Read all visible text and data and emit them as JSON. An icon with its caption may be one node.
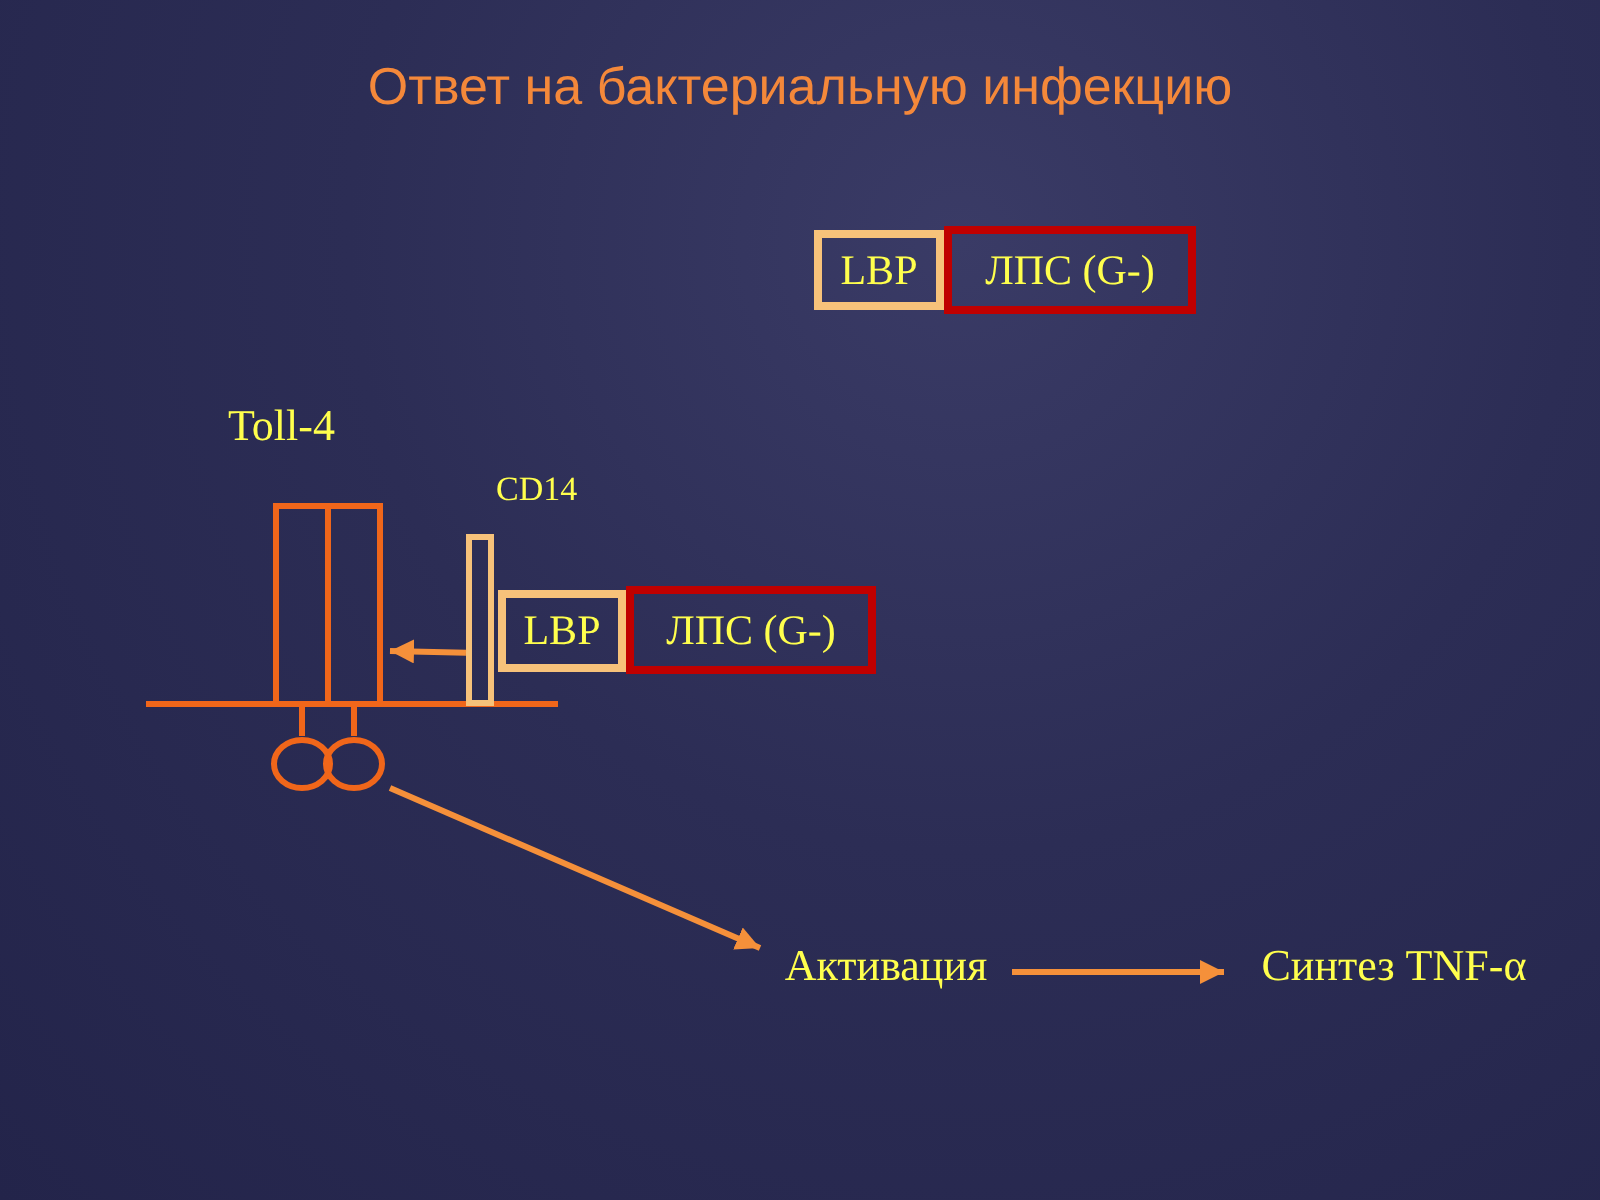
{
  "diagram": {
    "title": "Ответ на бактериальную инфекцию",
    "nodes": [
      {
        "text": [
          "LBP"
        ]
      },
      {
        "text": [
          "ЛПС (G-)"
        ]
      },
      {
        "text": [
          "Toll-4"
        ]
      },
      {
        "text": [],
        "shape": "bar",
        "beside": [
          "CD14"
        ]
      },
      {
        "text": [
          "LBP"
        ]
      },
      {
        "text": [
          "ЛПС (G-)"
        ]
      },
      {
        "text": [
          "Активация"
        ]
      },
      {
        "text": [
          "Синтез TNF-α"
        ]
      }
    ],
    "edges": [
      {
        "from": 3,
        "to": 2,
        "arrow": "to"
      },
      {
        "from": 2,
        "to": 6,
        "arrow": "to"
      },
      {
        "from": 6,
        "to": 7,
        "arrow": "to"
      }
    ]
  }
}
